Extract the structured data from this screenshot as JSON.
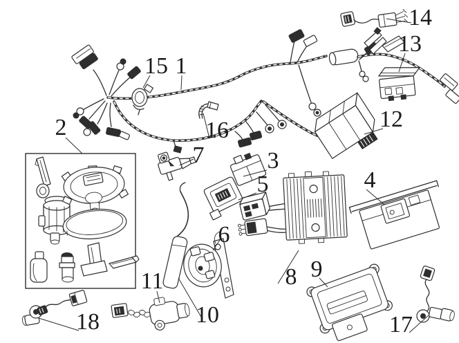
{
  "diagram": {
    "kind": "exploded-parts-diagram",
    "subject": "motorcycle electrical system wiring components",
    "background_color": "#ffffff",
    "line_color": "#2e2e2e",
    "label_color": "#1b1b1b"
  },
  "callouts": [
    {
      "number": "1",
      "part": "main-wiring-harness"
    },
    {
      "number": "2",
      "part": "ignition-lock-set"
    },
    {
      "number": "3",
      "part": "relay"
    },
    {
      "number": "4",
      "part": "battery"
    },
    {
      "number": "5",
      "part": "flasher-relay"
    },
    {
      "number": "6",
      "part": "horn"
    },
    {
      "number": "7",
      "part": "switch"
    },
    {
      "number": "8",
      "part": "regulator-rectifier"
    },
    {
      "number": "9",
      "part": "ecu"
    },
    {
      "number": "10",
      "part": "rubber-boot"
    },
    {
      "number": "11",
      "part": "sensor-with-connector"
    },
    {
      "number": "12",
      "part": "cdi-unit"
    },
    {
      "number": "13",
      "part": "fuse-box"
    },
    {
      "number": "14",
      "part": "jumper-lead"
    },
    {
      "number": "15",
      "part": "harness-clamp"
    },
    {
      "number": "16",
      "part": "wire-clip"
    },
    {
      "number": "17",
      "part": "sensor-with-lead"
    },
    {
      "number": "18",
      "part": "speed-sensor"
    }
  ]
}
